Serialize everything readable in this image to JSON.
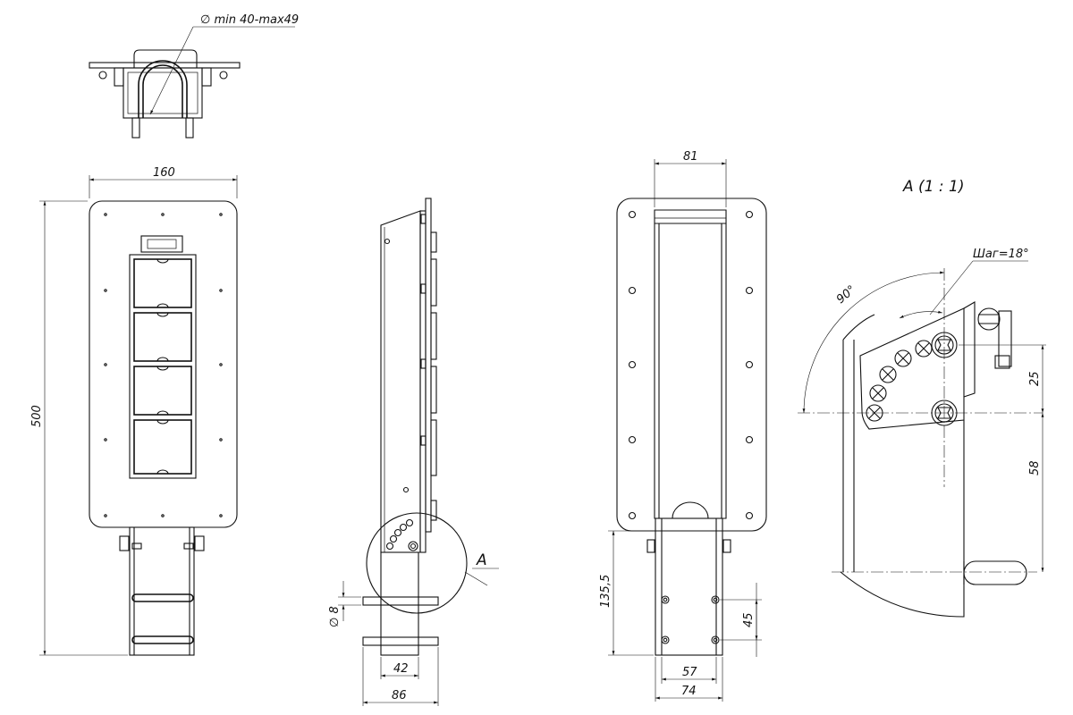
{
  "dimensions": {
    "top_diameter": "∅ min 40-max49",
    "front_width": "160",
    "front_height": "500",
    "side_pin_diameter": "∅ 8",
    "side_width_inner": "42",
    "side_width_outer": "86",
    "rear_channel_width": "81",
    "rear_bracket_height": "135,5",
    "rear_hole_spacing": "45",
    "rear_hole_width": "57",
    "rear_bracket_width": "74",
    "detail_angle": "90°",
    "detail_step": "Шаг=18°",
    "detail_vert_25": "25",
    "detail_vert_58": "58"
  },
  "labels": {
    "detail_callout": "A",
    "detail_title": "A (1 : 1)"
  }
}
